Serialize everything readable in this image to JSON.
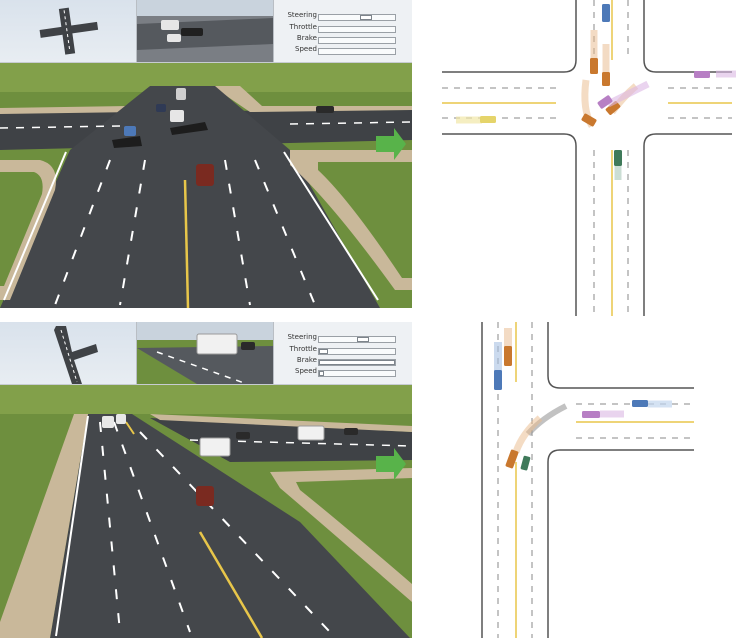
{
  "panels": [
    {
      "id": "top",
      "hud": {
        "labels": [
          "Steering",
          "Throttle",
          "Brake",
          "Speed"
        ],
        "steering": 0.62,
        "throttle": 0.0,
        "brake": 0.0,
        "speed": 0.0
      }
    },
    {
      "id": "bottom",
      "hud": {
        "labels": [
          "Steering",
          "Throttle",
          "Brake",
          "Speed"
        ],
        "steering": 0.58,
        "throttle": 0.12,
        "brake": 1.0,
        "speed": 0.06
      }
    }
  ],
  "colors": {
    "grass": "#6e8f3e",
    "asphalt": "#3f4246",
    "sidewalk": "#c9b89a",
    "sky": "#dfe7ef",
    "ego_car": "#7a2a20",
    "turn_arrow": "#58b34a",
    "lane_yellow": "#e8c64a",
    "veh_blue": "#4d79b8",
    "veh_orange": "#c9782e",
    "veh_purple": "#b77fc4",
    "veh_yellow": "#e5d46a",
    "veh_green": "#3f7a5a",
    "veh_gray": "#7c7c7c"
  },
  "icons": [
    "turn-arrow-icon",
    "minimap-icon"
  ]
}
